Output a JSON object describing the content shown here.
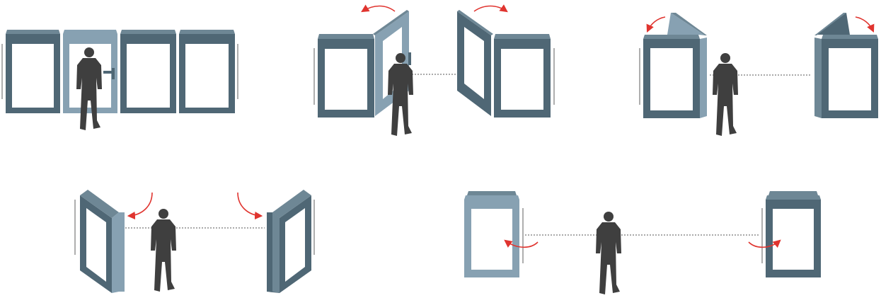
{
  "diagram": {
    "colors": {
      "panel_dark": "#4f6775",
      "panel_light": "#87a1b2",
      "panel_mid": "#6e8795",
      "person": "#3f3f3f",
      "arrow": "#e0342f",
      "guide_line": "#555555",
      "jamb": "#777777"
    },
    "steps": [
      {
        "step": 1,
        "state": "closed",
        "panels": 4,
        "active_panel": 2
      },
      {
        "step": 2,
        "state": "opening-outer-panels",
        "panels": 4
      },
      {
        "step": 3,
        "state": "folding-pairs",
        "panels": 4
      },
      {
        "step": 4,
        "state": "stacked-swing",
        "panels": 4
      },
      {
        "step": 5,
        "state": "fully-open",
        "panels": 4
      }
    ]
  }
}
